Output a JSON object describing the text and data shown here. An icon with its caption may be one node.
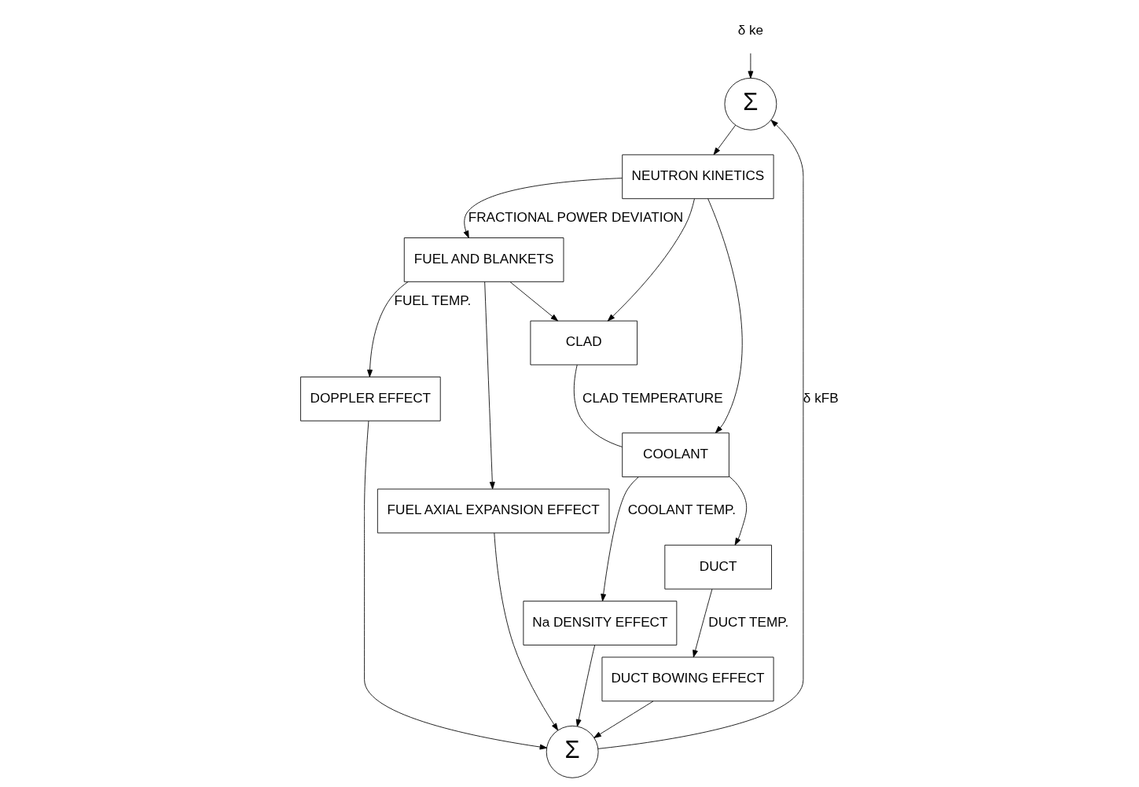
{
  "diagram": {
    "nodes": [
      {
        "text": [
          "δ ke"
        ]
      },
      {
        "text": [
          "Σ"
        ]
      },
      {
        "text": [
          "NEUTRON KINETICS"
        ]
      },
      {
        "text": [
          "FUEL AND BLANKETS"
        ]
      },
      {
        "text": [
          "DOPPLER EFFECT"
        ]
      },
      {
        "text": [
          "FUEL AXIAL EXPANSION EFFECT"
        ]
      },
      {
        "text": [
          "CLAD"
        ]
      },
      {
        "text": [
          "COOLANT"
        ]
      },
      {
        "text": [
          "Na DENSITY EFFECT"
        ]
      },
      {
        "text": [
          "DUCT"
        ]
      },
      {
        "text": [
          "DUCT BOWING EFFECT"
        ]
      },
      {
        "text": [
          "Σ"
        ]
      }
    ],
    "edges": [
      {
        "from": 0,
        "to": 1,
        "arrow": "to"
      },
      {
        "from": 11,
        "to": 1,
        "arrow": "to",
        "label": "δ kFB"
      },
      {
        "from": 1,
        "to": 2,
        "arrow": "to"
      },
      {
        "from": 2,
        "to": 3,
        "arrow": "to",
        "label": "FRACTIONAL POWER DEVIATION"
      },
      {
        "from": 2,
        "to": 6,
        "arrow": "to"
      },
      {
        "from": 2,
        "to": 7,
        "arrow": "to"
      },
      {
        "from": 3,
        "to": 4,
        "arrow": "to",
        "label": "FUEL TEMP."
      },
      {
        "from": 3,
        "to": 5,
        "arrow": "to"
      },
      {
        "from": 3,
        "to": 6,
        "arrow": "to"
      },
      {
        "from": 6,
        "to": 7,
        "arrow": "none",
        "label": "CLAD TEMPERATURE"
      },
      {
        "from": 7,
        "to": 8,
        "arrow": "to",
        "label": "COOLANT TEMP."
      },
      {
        "from": 7,
        "to": 9,
        "arrow": "to"
      },
      {
        "from": 9,
        "to": 10,
        "arrow": "to",
        "label": "DUCT TEMP."
      },
      {
        "from": 4,
        "to": 11,
        "arrow": "to"
      },
      {
        "from": 5,
        "to": 11,
        "arrow": "to"
      },
      {
        "from": 8,
        "to": 11,
        "arrow": "to"
      },
      {
        "from": 10,
        "to": 11,
        "arrow": "to"
      }
    ]
  }
}
